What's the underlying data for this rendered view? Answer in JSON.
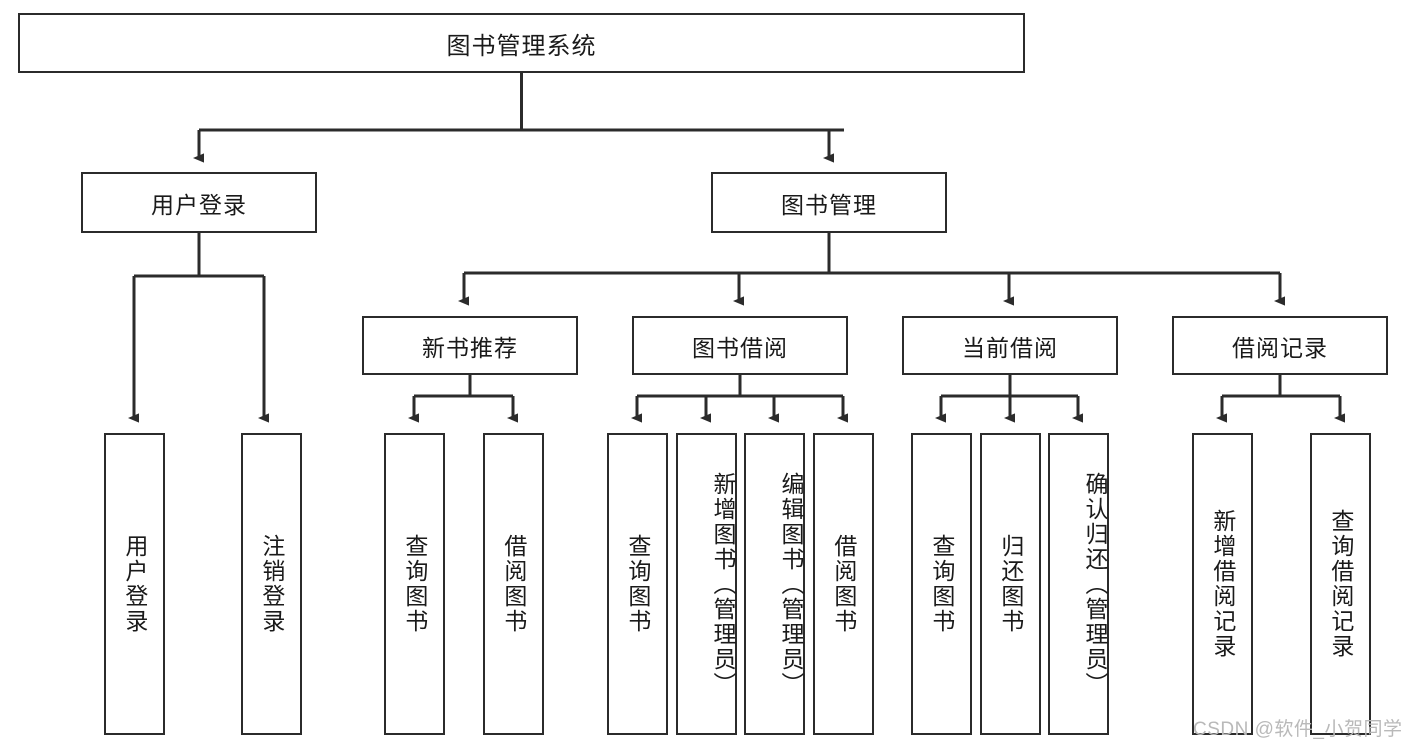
{
  "diagram": {
    "type": "hierarchy-tree",
    "title": "图书管理系统",
    "root": {
      "label": "图书管理系统"
    },
    "level2": [
      {
        "id": "user-login",
        "label": "用户登录"
      },
      {
        "id": "book-manage",
        "label": "图书管理"
      }
    ],
    "level3": [
      {
        "id": "new-book-recommend",
        "label": "新书推荐",
        "parent": "book-manage"
      },
      {
        "id": "book-borrow",
        "label": "图书借阅",
        "parent": "book-manage"
      },
      {
        "id": "current-borrow",
        "label": "当前借阅",
        "parent": "book-manage"
      },
      {
        "id": "borrow-record",
        "label": "借阅记录",
        "parent": "book-manage"
      }
    ],
    "leaves": [
      {
        "id": "leaf-user-login",
        "label": "用户登录",
        "parent": "user-login"
      },
      {
        "id": "leaf-user-logout",
        "label": "注销登录",
        "parent": "user-login"
      },
      {
        "id": "leaf-query-book-1",
        "label": "查询图书",
        "parent": "new-book-recommend"
      },
      {
        "id": "leaf-borrow-book-1",
        "label": "借阅图书",
        "parent": "new-book-recommend"
      },
      {
        "id": "leaf-query-book-2",
        "label": "查询图书",
        "parent": "book-borrow"
      },
      {
        "id": "leaf-add-book",
        "label": "新增图书（管理员）",
        "parent": "book-borrow"
      },
      {
        "id": "leaf-edit-book",
        "label": "编辑图书（管理员）",
        "parent": "book-borrow"
      },
      {
        "id": "leaf-borrow-book-2",
        "label": "借阅图书",
        "parent": "book-borrow"
      },
      {
        "id": "leaf-query-book-3",
        "label": "查询图书",
        "parent": "current-borrow"
      },
      {
        "id": "leaf-return-book",
        "label": "归还图书",
        "parent": "current-borrow"
      },
      {
        "id": "leaf-confirm-return",
        "label": "确认归还（管理员）",
        "parent": "current-borrow"
      },
      {
        "id": "leaf-add-record",
        "label": "新增借阅记录",
        "parent": "borrow-record"
      },
      {
        "id": "leaf-query-record",
        "label": "查询借阅记录",
        "parent": "borrow-record"
      }
    ],
    "colors": {
      "stroke": "#2b2b2b",
      "fill": "#ffffff",
      "text": "#1a1a1a",
      "watermark": "#b9b9b9"
    }
  },
  "watermark": {
    "text": "CSDN @软件_小贺同学"
  }
}
